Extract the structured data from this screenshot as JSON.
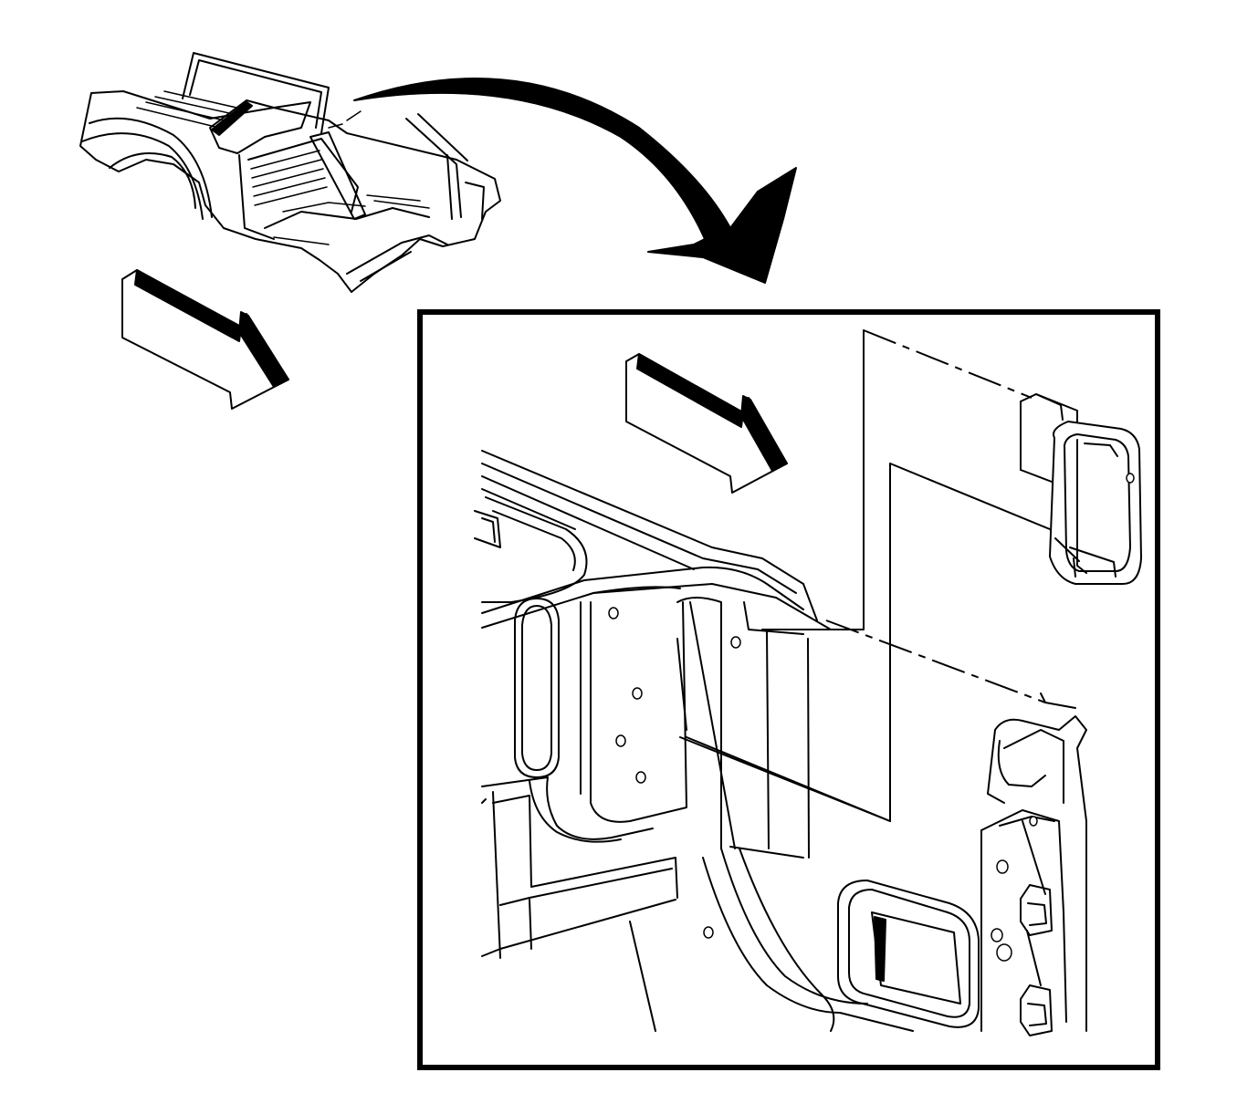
{
  "diagram": {
    "colors": {
      "line": "#000000",
      "background": "#ffffff"
    },
    "parts": [
      {
        "id": "vehicle-body-overview",
        "name": "vehicle-body-shell"
      },
      {
        "id": "front-direction-arrow-overview",
        "name": "front-direction-arrow"
      },
      {
        "id": "zoom-callout-arrow",
        "name": "zoom-arrow"
      },
      {
        "id": "detail-inset",
        "name": "detail-view-frame"
      },
      {
        "id": "front-direction-arrow-detail",
        "name": "front-direction-arrow"
      },
      {
        "id": "bracket-component",
        "name": "bracket-part"
      },
      {
        "id": "rear-body-panel",
        "name": "body-panel"
      }
    ]
  }
}
